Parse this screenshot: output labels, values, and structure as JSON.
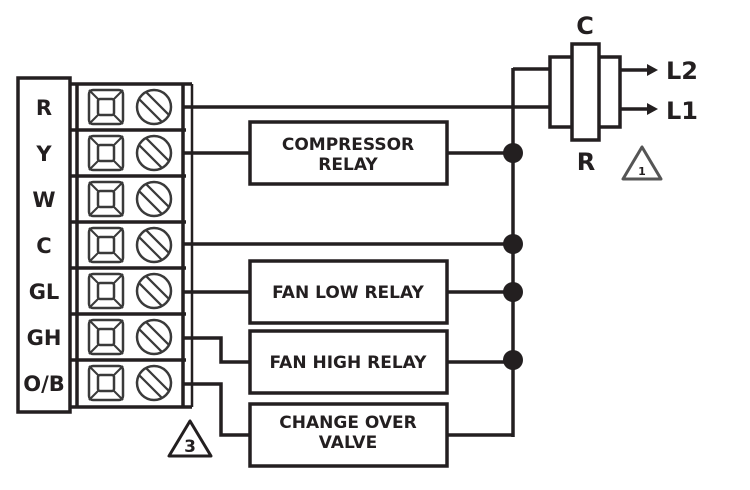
{
  "diagram": {
    "title": "Thermostat wiring diagram",
    "terminals": [
      {
        "id": "R",
        "label": "R",
        "connection": "contactor-R"
      },
      {
        "id": "Y",
        "label": "Y",
        "connection": "compressor-relay"
      },
      {
        "id": "W",
        "label": "W",
        "connection": "none"
      },
      {
        "id": "C",
        "label": "C",
        "connection": "common-bus"
      },
      {
        "id": "GL",
        "label": "GL",
        "connection": "fan-low-relay"
      },
      {
        "id": "GH",
        "label": "GH",
        "connection": "fan-high-relay"
      },
      {
        "id": "OB",
        "label": "O/B",
        "connection": "change-over-valve"
      }
    ],
    "components": [
      {
        "id": "compressor-relay",
        "label_lines": [
          "COMPRESSOR",
          "RELAY"
        ]
      },
      {
        "id": "fan-low-relay",
        "label_lines": [
          "FAN LOW RELAY"
        ]
      },
      {
        "id": "fan-high-relay",
        "label_lines": [
          "FAN HIGH RELAY"
        ]
      },
      {
        "id": "change-over-valve",
        "label_lines": [
          "CHANGE OVER",
          "VALVE"
        ]
      }
    ],
    "transformer": {
      "top_label": "C",
      "bottom_label": "R",
      "outputs": [
        "L2",
        "L1"
      ],
      "note": "1"
    },
    "notes": [
      {
        "id": "note-1",
        "number": "1"
      },
      {
        "id": "note-3",
        "number": "3"
      }
    ],
    "colors": {
      "ink": "#231f20",
      "background": "#ffffff"
    }
  }
}
